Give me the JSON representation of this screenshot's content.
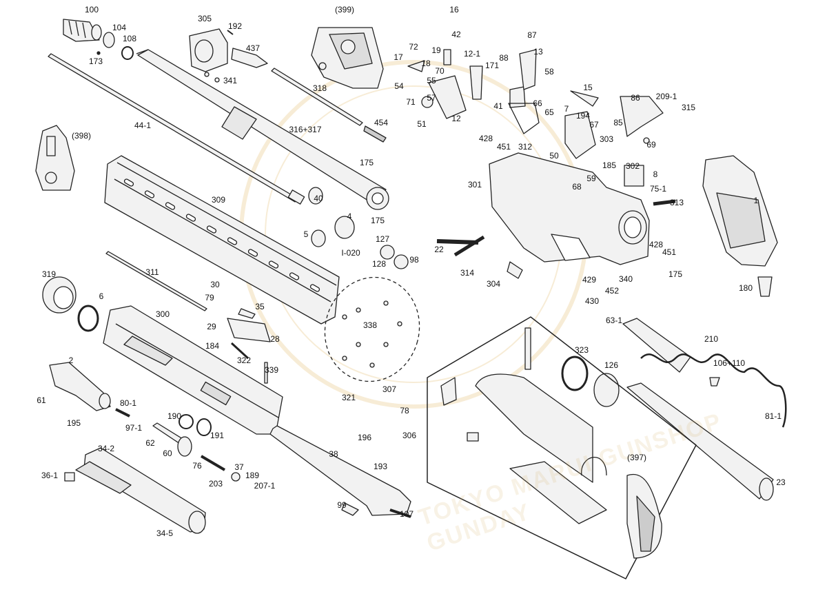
{
  "diagram": {
    "watermark_text": "TOKYO MARUI GUNSHOP GUNDAY",
    "part_labels": [
      "100",
      "104",
      "108",
      "173",
      "305",
      "192",
      "437",
      "341",
      "(399)",
      "16",
      "42",
      "72",
      "17",
      "18",
      "19",
      "70",
      "54",
      "55",
      "57",
      "71",
      "51",
      "12",
      "12-1",
      "171",
      "88",
      "87",
      "13",
      "58",
      "41",
      "66",
      "65",
      "7",
      "194",
      "67",
      "15",
      "86",
      "209-1",
      "315",
      "85",
      "303",
      "69",
      "318",
      "454",
      "316+317",
      "44-1",
      "(398)",
      "175",
      "40",
      "5",
      "4",
      "175",
      "I-020",
      "127",
      "128",
      "98",
      "309",
      "311",
      "319",
      "6",
      "300",
      "30",
      "79",
      "35",
      "29",
      "184",
      "28",
      "322",
      "339",
      "338",
      "2",
      "61",
      "195",
      "80-1",
      "97-1",
      "62",
      "190",
      "60",
      "191",
      "76",
      "34-2",
      "36-1",
      "34-5",
      "203",
      "37",
      "189",
      "207-1",
      "38",
      "193",
      "99",
      "107",
      "321",
      "307",
      "78",
      "196",
      "306",
      "22",
      "314",
      "304",
      "428",
      "451",
      "312",
      "50",
      "185",
      "302",
      "8",
      "59",
      "68",
      "75-1",
      "301",
      "313",
      "1",
      "428",
      "451",
      "175",
      "429",
      "340",
      "452",
      "430",
      "180",
      "63-1",
      "210",
      "323",
      "126",
      "106+110",
      "81-1",
      "(397)",
      "23"
    ]
  }
}
